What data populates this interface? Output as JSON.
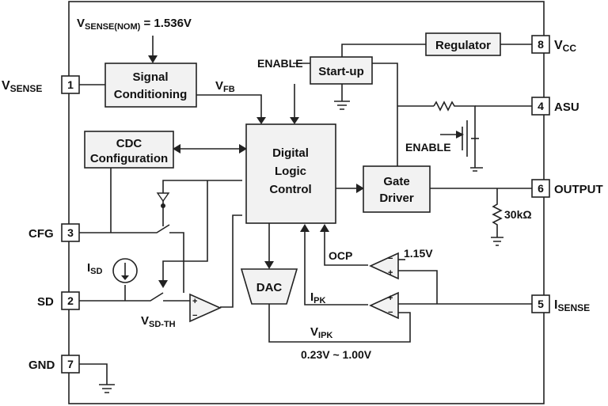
{
  "header": {
    "vsense_nom": "V",
    "vsense_nom_sub": "SENSE(NOM)",
    "vsense_nom_value": " = 1.536V"
  },
  "pins": [
    {
      "num": "1",
      "name": "V",
      "sub": "SENSE"
    },
    {
      "num": "3",
      "name": "CFG",
      "sub": ""
    },
    {
      "num": "2",
      "name": "SD",
      "sub": ""
    },
    {
      "num": "7",
      "name": "GND",
      "sub": ""
    },
    {
      "num": "8",
      "name": "V",
      "sub": "CC"
    },
    {
      "num": "4",
      "name": "ASU",
      "sub": ""
    },
    {
      "num": "6",
      "name": "OUTPUT",
      "sub": ""
    },
    {
      "num": "5",
      "name": "I",
      "sub": "SENSE"
    }
  ],
  "blocks": {
    "signal_conditioning": [
      "Signal",
      "Conditioning"
    ],
    "cdc_configuration": [
      "CDC",
      "Configuration"
    ],
    "digital_logic": [
      "Digital",
      "Logic",
      "Control"
    ],
    "gate_driver": [
      "Gate",
      "Driver"
    ],
    "regulator": "Regulator",
    "startup": "Start-up",
    "dac": "DAC"
  },
  "signals": {
    "vfb": {
      "main": "V",
      "sub": "FB"
    },
    "enable_top": "ENABLE",
    "enable_asu": "ENABLE",
    "resistor_value": "30kΩ",
    "ocp": "OCP",
    "ocp_ref": "1.15V",
    "ipk": {
      "main": "I",
      "sub": "PK"
    },
    "vipk": {
      "main": "V",
      "sub": "IPK"
    },
    "vipk_range": "0.23V ~ 1.00V",
    "isd": {
      "main": "I",
      "sub": "SD"
    },
    "vsdth": {
      "main": "V",
      "sub": "SD-TH"
    }
  },
  "colors": {
    "block_fill": "#f2f2f2",
    "line": "#222222"
  }
}
